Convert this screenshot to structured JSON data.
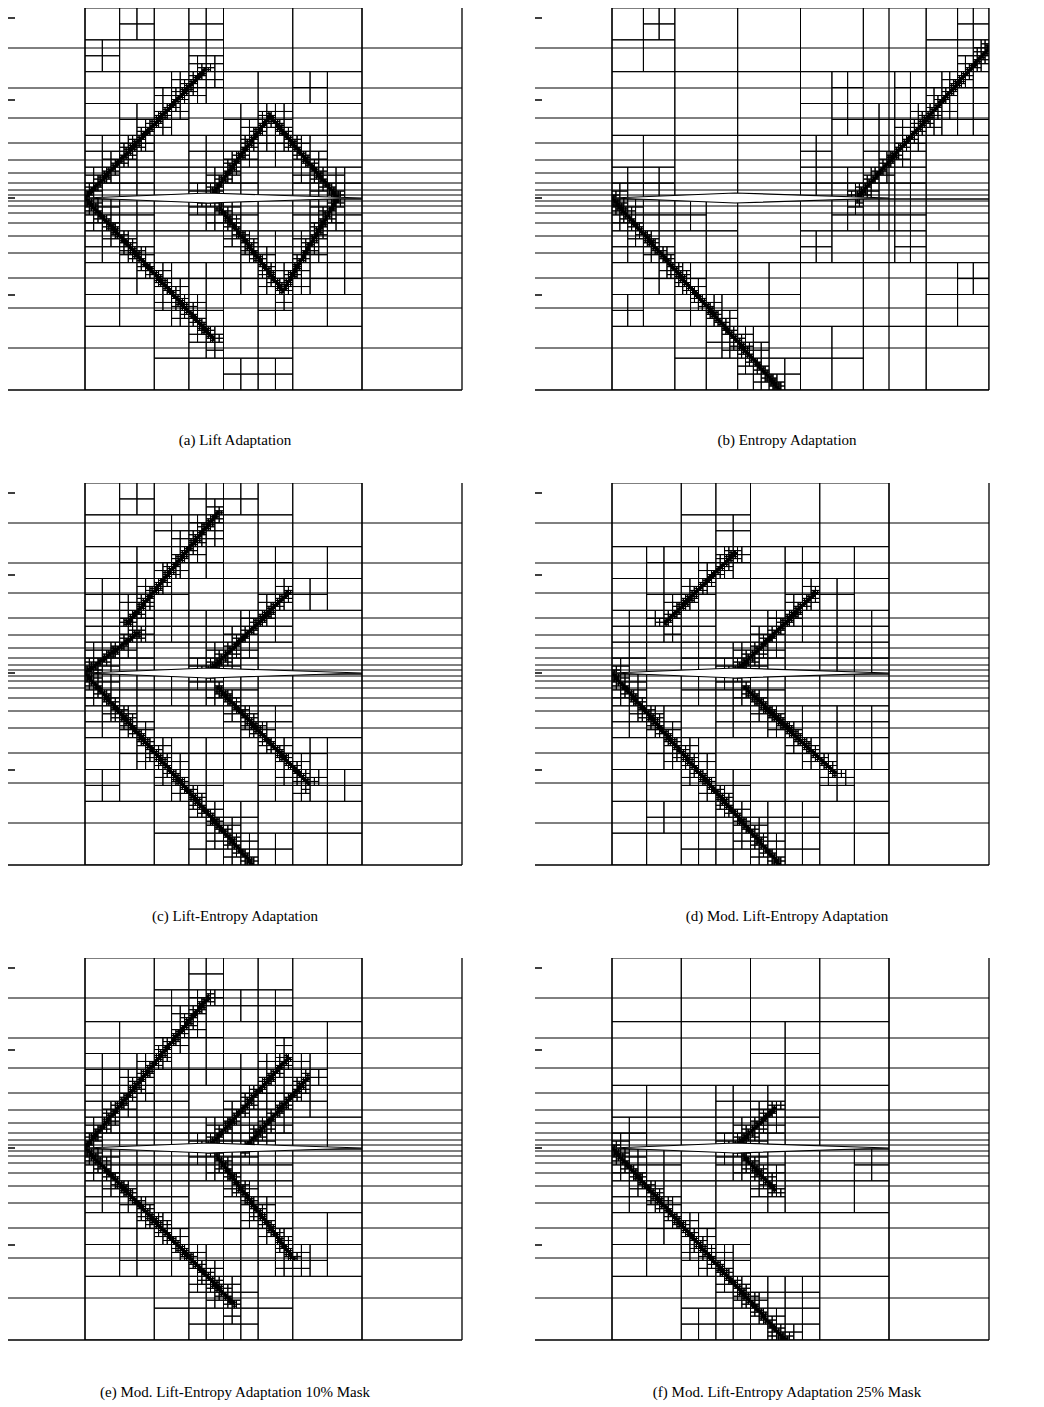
{
  "diagram": {
    "labels": [
      "(a) Lift Adaptation",
      "(b) Entropy Adaptation",
      "(c) Lift-Entropy Adaptation",
      "(d) Mod. Lift-Entropy Adaptation",
      "(e) Mod. Lift-Entropy Adaptation 10% Mask",
      "(f) Mod. Lift-Entropy Adaptation 25% Mask"
    ]
  }
}
